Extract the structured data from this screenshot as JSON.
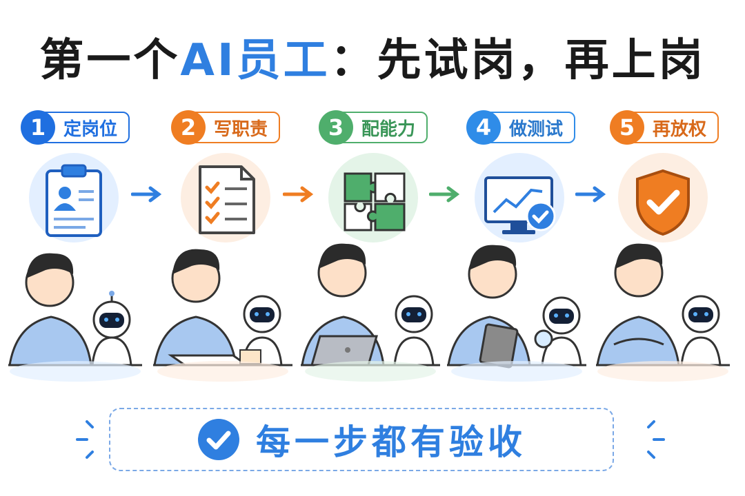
{
  "title": {
    "before": "第一个",
    "highlight": "AI员工",
    "after": "：先试岗，再上岗"
  },
  "steps": [
    {
      "num": "1",
      "label": "定岗位",
      "color": "#1f6fe0",
      "icon": "clipboard-profile-icon"
    },
    {
      "num": "2",
      "label": "写职责",
      "color": "#ef7d22",
      "icon": "checklist-icon"
    },
    {
      "num": "3",
      "label": "配能力",
      "color": "#4fae6c",
      "icon": "puzzle-icon"
    },
    {
      "num": "4",
      "label": "做测试",
      "color": "#2f8ce8",
      "icon": "monitor-chart-icon"
    },
    {
      "num": "5",
      "label": "再放权",
      "color": "#ef7d22",
      "icon": "shield-check-icon"
    }
  ],
  "footer": {
    "label": "每一步都有验收",
    "icon": "check-circle-icon",
    "color": "#2f7fe0"
  }
}
